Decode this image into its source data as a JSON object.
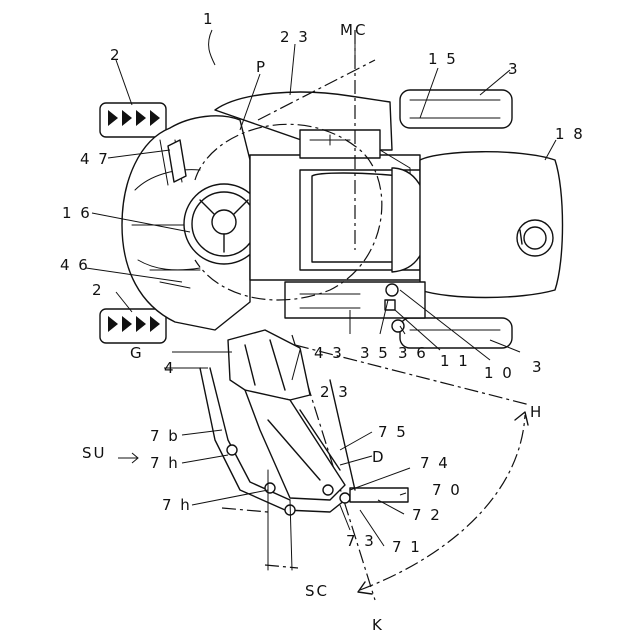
{
  "figure": {
    "labels": {
      "n1": "1",
      "n2_top": "2",
      "n2_bottom": "2",
      "n3_top": "3",
      "n3_bottom": "3",
      "n4": "4",
      "n7b": "7 b",
      "n7h_a": "7 h",
      "n7h_b": "7 h",
      "n10": "1 0",
      "n11": "1 1",
      "n15": "1 5",
      "n16": "1 6",
      "n18": "1 8",
      "n23_top": "2 3",
      "n23_bottom": "2 3",
      "n35": "3 5",
      "n36": "3 6",
      "n43": "4 3",
      "n46": "4 6",
      "n47": "4 7",
      "n70": "7 0",
      "n71": "7 1",
      "n72": "7 2",
      "n73": "7 3",
      "n74": "7 4",
      "n75": "7 5",
      "P": "P",
      "MC": "MC",
      "G": "G",
      "H": "H",
      "K": "K",
      "D": "D",
      "SU": "SU",
      "SC": "SC"
    }
  }
}
